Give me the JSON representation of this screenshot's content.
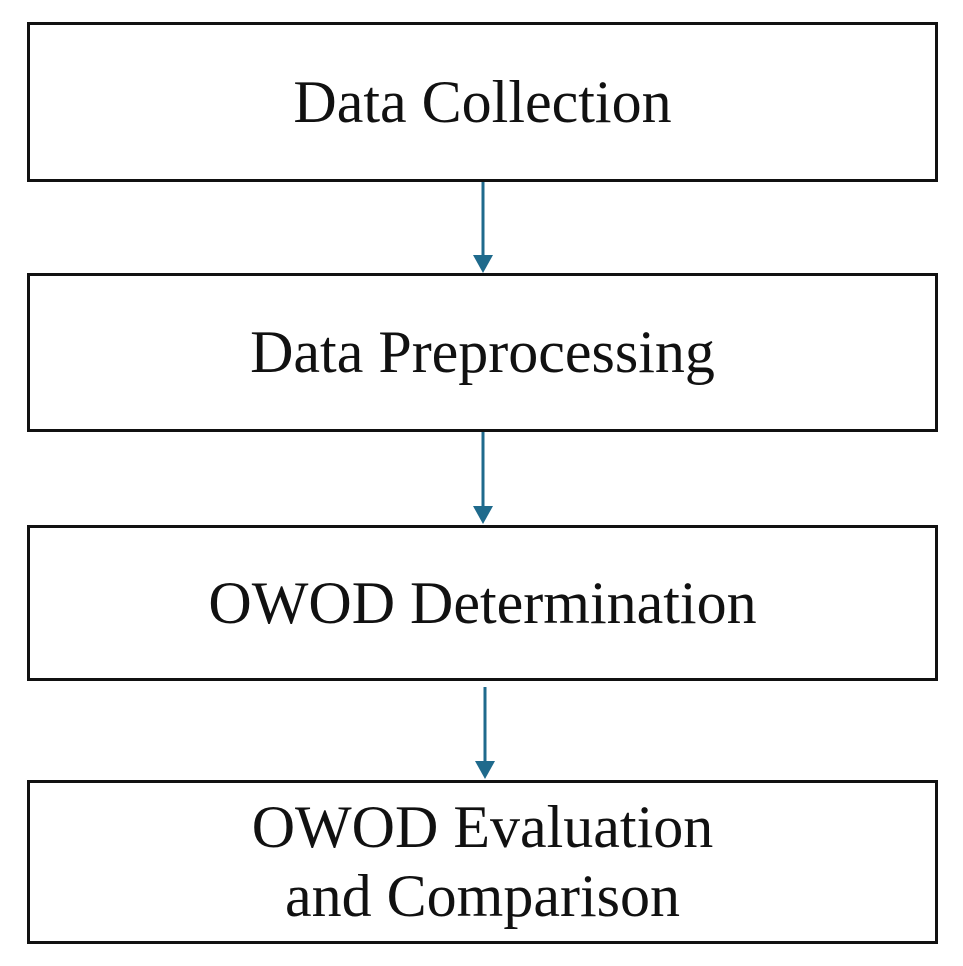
{
  "diagram": {
    "steps": [
      {
        "lines": [
          "Data Collection"
        ]
      },
      {
        "lines": [
          "Data Preprocessing"
        ]
      },
      {
        "lines": [
          "OWOD Determination"
        ]
      },
      {
        "lines": [
          "OWOD Evaluation",
          "and Comparison"
        ]
      }
    ],
    "connector_color": "#1f6a8c",
    "border_color": "#111111"
  }
}
